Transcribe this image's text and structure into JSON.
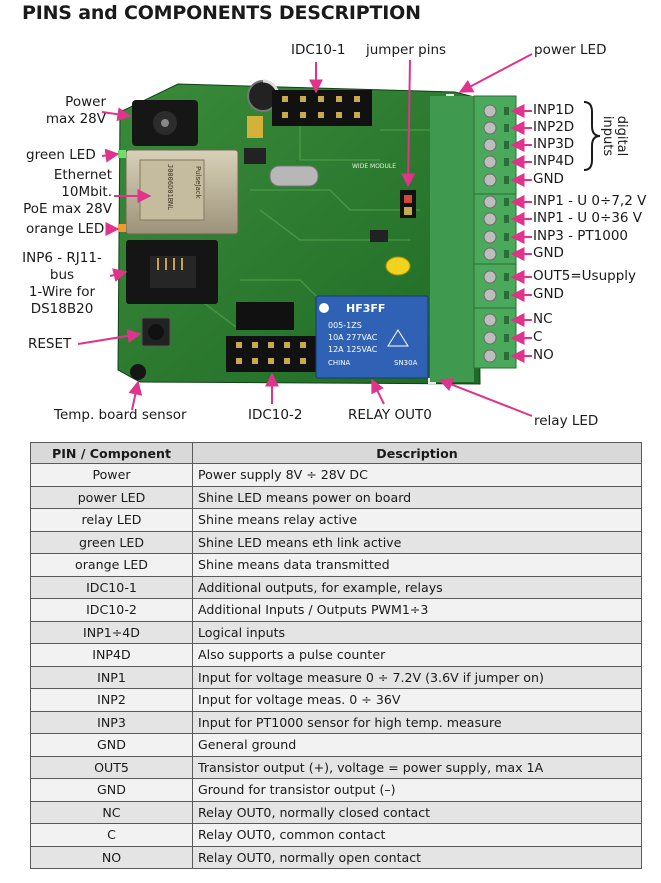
{
  "title": "PINS and COMPONENTS DESCRIPTION",
  "labels": {
    "idc10_1": "IDC10-1",
    "jumper_pins": "jumper pins",
    "power_led": "power LED",
    "power_line1": "Power",
    "power_line2": "max 28V",
    "green_led": "green LED",
    "ethernet_line1": "Ethernet",
    "ethernet_line2": "10Mbit.",
    "ethernet_line3": "PoE max 28V",
    "orange_led": "orange LED",
    "inp6_line1": "INP6 - RJ11-",
    "inp6_line2": "bus",
    "inp6_line3": "1-Wire for",
    "inp6_line4": "DS18B20",
    "reset": "RESET",
    "temp_sensor": "Temp. board sensor",
    "idc10_2": "IDC10-2",
    "relay_out0": "RELAY OUT0",
    "relay_led": "relay LED",
    "digital_inputs": "digital inputs"
  },
  "terminals": [
    "INP1D",
    "INP2D",
    "INP3D",
    "INP4D",
    "GND",
    "INP1 - U 0÷7,2 V",
    "INP1 - U 0÷36 V",
    "INP3 - PT1000",
    "GND",
    "OUT5=Usupply",
    "GND",
    "NC",
    "C",
    "NO"
  ],
  "board_text": {
    "relay_brand": "HF3FF",
    "relay_model": "005-1ZS",
    "relay_rating1": "10A 277VAC",
    "relay_rating2": "12A 125VAC",
    "relay_origin": "CHINA",
    "relay_code": "SN30A",
    "rj45_brand": "PulseJack",
    "rj45_code": "J0006D01BNL",
    "board_mark": "WIDE MODULE"
  },
  "table": {
    "headers": [
      "PIN / Component",
      "Description"
    ],
    "rows": [
      [
        "Power",
        "Power supply 8V ÷ 28V DC"
      ],
      [
        "power LED",
        "Shine LED means power on board"
      ],
      [
        "relay LED",
        "Shine means relay active"
      ],
      [
        "green LED",
        "Shine LED means eth link active"
      ],
      [
        "orange LED",
        "Shine means data transmitted"
      ],
      [
        "IDC10-1",
        "Additional outputs, for example, relays"
      ],
      [
        "IDC10-2",
        "Additional Inputs / Outputs PWM1÷3"
      ],
      [
        "INP1÷4D",
        "Logical inputs"
      ],
      [
        "INP4D",
        "Also supports a pulse counter"
      ],
      [
        "INP1",
        "Input for voltage measure 0 ÷ 7.2V (3.6V if jumper on)"
      ],
      [
        "INP2",
        "Input for voltage meas. 0 ÷ 36V"
      ],
      [
        "INP3",
        "Input for PT1000 sensor for high temp. measure"
      ],
      [
        "GND",
        "General ground"
      ],
      [
        "OUT5",
        "Transistor output (+), voltage = power supply, max 1A"
      ],
      [
        "GND",
        "Ground for transistor output (–)"
      ],
      [
        "NC",
        "Relay OUT0, normally closed contact"
      ],
      [
        "C",
        "Relay OUT0, common contact"
      ],
      [
        "NO",
        "Relay OUT0, normally open contact"
      ]
    ]
  },
  "colors": {
    "pcb": "#2a7a2c",
    "arrow": "#e0338c",
    "terminal": "#47a85a",
    "relay": "#2f62b5"
  }
}
